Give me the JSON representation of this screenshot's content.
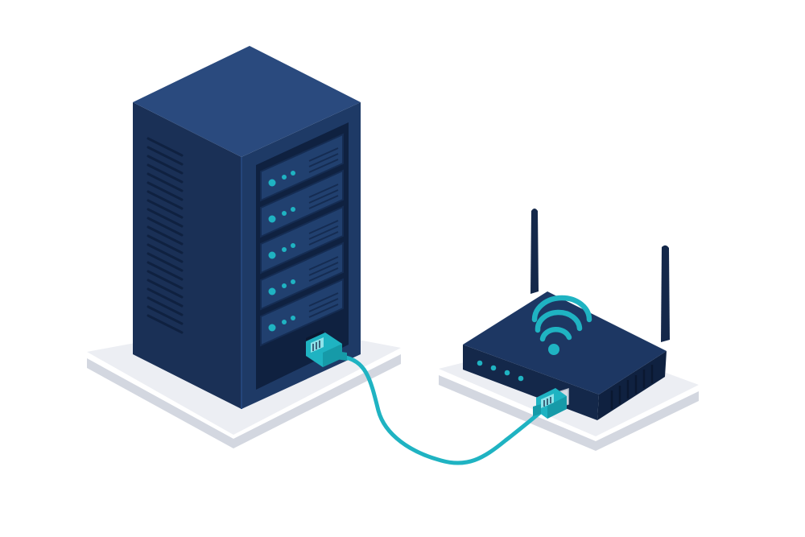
{
  "illustration": {
    "subjects": [
      "server-tower-icon",
      "wifi-router-icon",
      "ethernet-cable-icon"
    ],
    "server": {
      "drive_bay_count": 5,
      "leds_per_bay": 3
    },
    "router": {
      "antenna_count": 2,
      "status_led_count": 4,
      "wifi_arc_count": 3
    }
  },
  "colors": {
    "background": "#ffffff",
    "platform_top": "#eceef3",
    "platform_side": "#d3d7e0",
    "server_front": "#1e3a66",
    "server_side": "#1a3056",
    "server_top": "#2a4a7e",
    "server_dark": "#0f2140",
    "bay_fill": "#21406f",
    "bay_stroke": "#152c52",
    "accent": "#1fb3c2",
    "cable": "#1fb3c2",
    "router_top": "#1d3763",
    "router_front": "#14284a",
    "router_side": "#0f2140",
    "antenna": "#14284a"
  }
}
